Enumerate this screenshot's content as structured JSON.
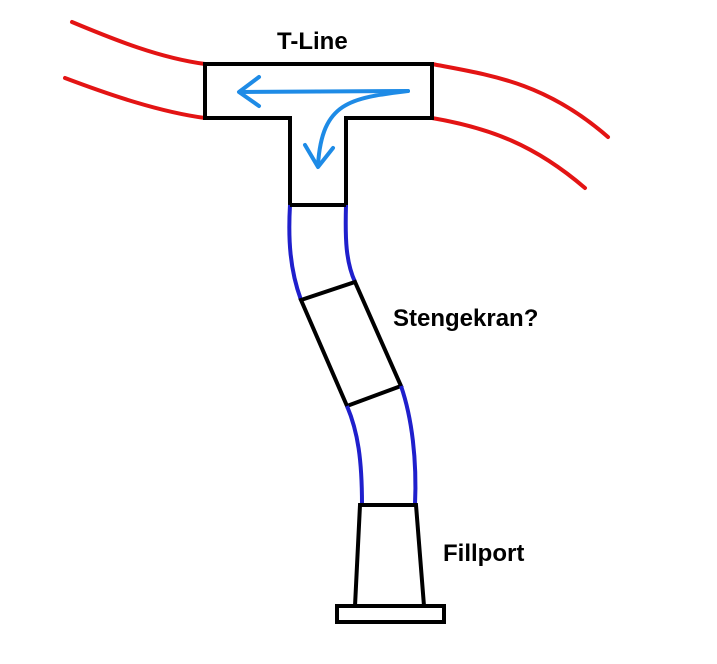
{
  "labels": {
    "t_line": "T-Line",
    "valve": "Stengekran?",
    "fillport": "Fillport"
  },
  "colors": {
    "background": "#ffffff",
    "outline": "#000000",
    "external_pipe": "#e31414",
    "hose": "#1f1fcc",
    "flow_arrow": "#1e8be6"
  }
}
